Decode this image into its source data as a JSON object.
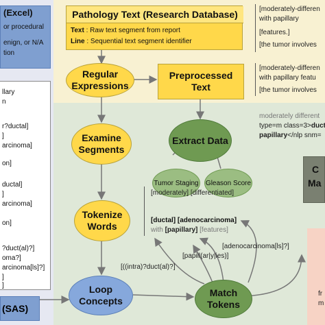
{
  "left": {
    "excel_title": "(Excel)",
    "excel_lines": [
      "or procedural",
      "enign, or N/A",
      "tion"
    ],
    "panel_lines": [
      "llary",
      "n",
      "r?ductal]",
      "]",
      "arcinoma]",
      "on]",
      "ductal]",
      "]",
      "arcinoma]",
      "on]",
      "?duct(al)?]",
      "oma?]",
      "arcinoma[ls]?]",
      "]",
      "]"
    ],
    "sas_label": "(SAS)"
  },
  "pathology": {
    "title": "Pathology Text (Research Database)",
    "text_label": "Text",
    "text_desc": ": Raw text segment from report",
    "line_label": "Line",
    "line_desc": ": Sequential text segment identifier"
  },
  "nodes": {
    "regular_expressions": "Regular Expressions",
    "preprocessed_text": "Preprocessed Text",
    "examine_segments": "Examine Segments",
    "extract_data": "Extract Data",
    "tumor_staging": "Tumor Staging",
    "gleason_score": "Gleason Score",
    "tokenize_words": "Tokenize Words",
    "loop_concepts": "Loop Concepts",
    "match_tokens": "Match Tokens"
  },
  "raw_examples": [
    "[moderately-differen",
    "with papillary",
    "[features.]",
    "[the tumor involves"
  ],
  "pre_examples": [
    "[moderately-differen",
    "with papillary featu",
    "[the tumor involves"
  ],
  "xml_example": {
    "line1": "moderately different",
    "line2a": "type=m class=3>",
    "line2b": "duct",
    "line3a": "papillary",
    "line3b": "</nlp snm="
  },
  "tokens": {
    "line1a": "[moderately]",
    "line1b": "[differentiated]",
    "line2a": "[ductal]",
    "line2b": "[adenocarcinoma]",
    "line3a": "with",
    "line3b": "[papillary]",
    "line3c": "[features]"
  },
  "regex": {
    "adeno": "[adenocarcinoma[ls]?]",
    "papill": "[papill(ar|y|ies)]",
    "ductal": "[((intra)?duct(al)?]"
  },
  "right_dark": [
    "C",
    "Ma"
  ],
  "right_pink": [
    "fr",
    "m"
  ],
  "colors": {
    "yellow": "#ffd84a",
    "green": "#6f9a52",
    "blue": "#86a8dc",
    "excel_blue": "#7f9fd0"
  }
}
